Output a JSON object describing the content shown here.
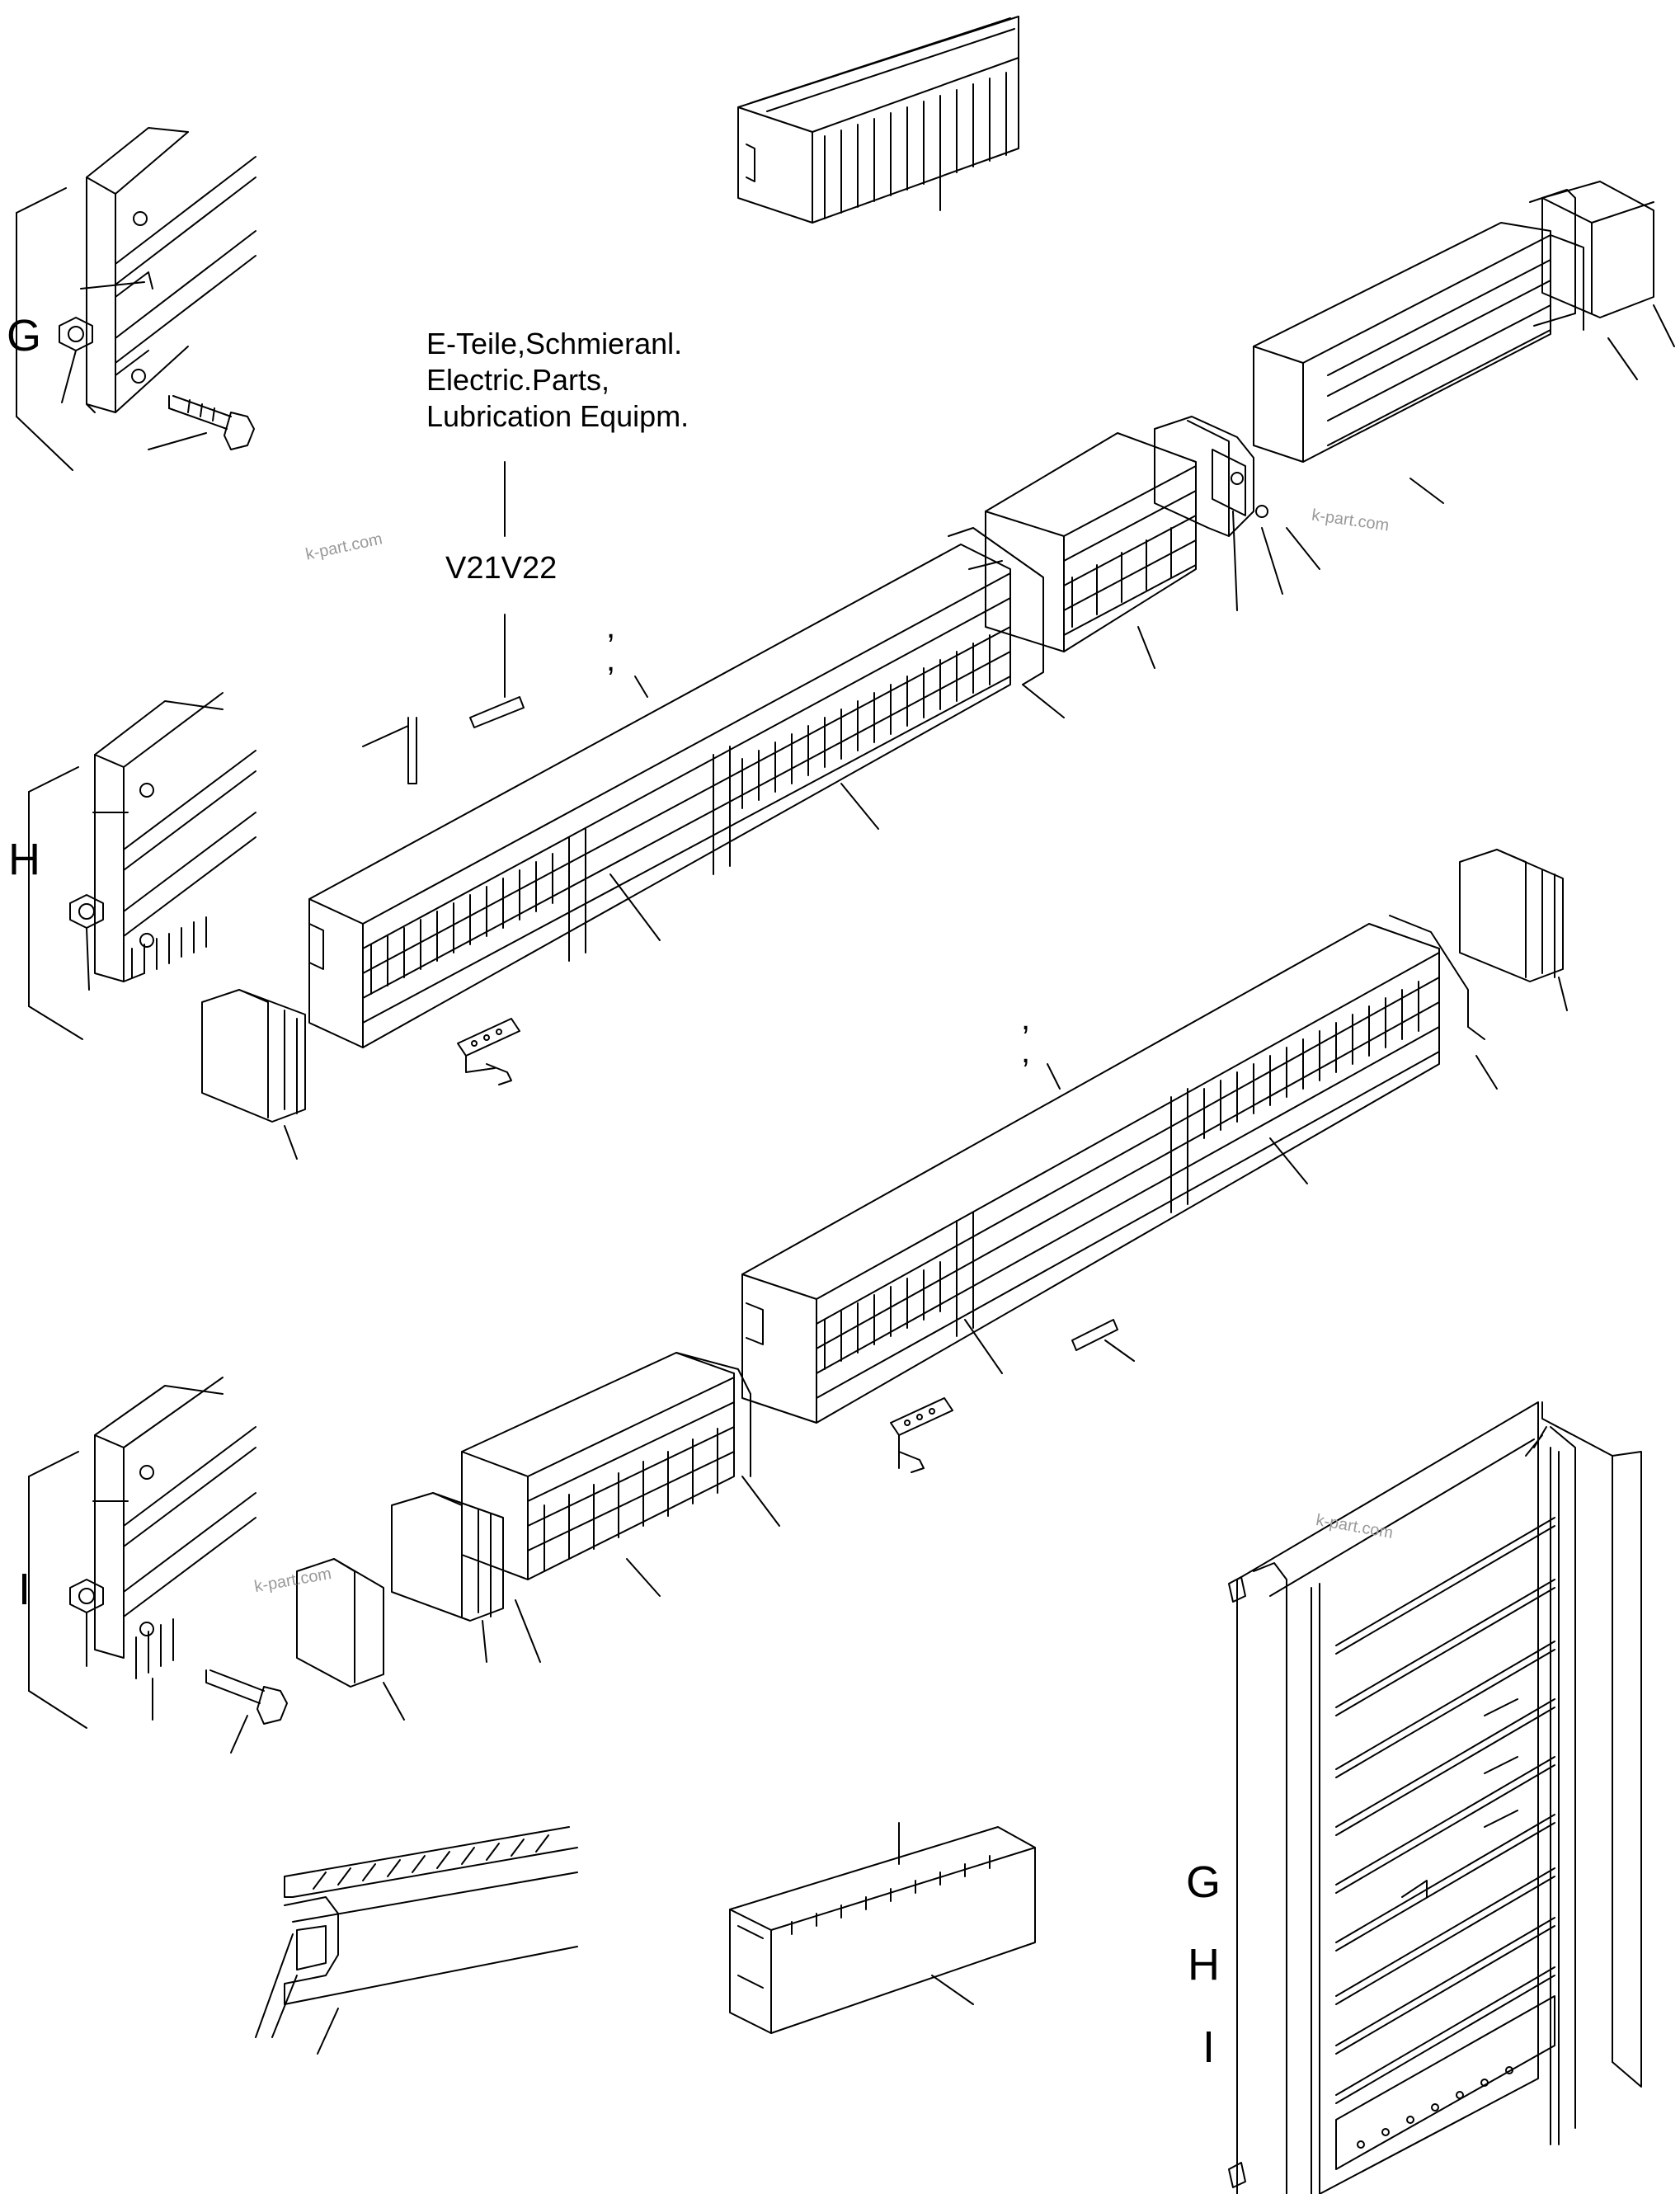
{
  "labels": {
    "section_g": "G",
    "section_h": "H",
    "section_i": "I",
    "cabinet_g": "G",
    "cabinet_h": "H",
    "cabinet_i": "I"
  },
  "note": {
    "line1": "E-Teile,Schmieranl.",
    "line2": "Electric.Parts,",
    "line3": "Lubrication Equipm."
  },
  "code": "V21V22",
  "commas": [
    ",",
    ",",
    ",",
    ","
  ],
  "watermark": "k-part.com"
}
